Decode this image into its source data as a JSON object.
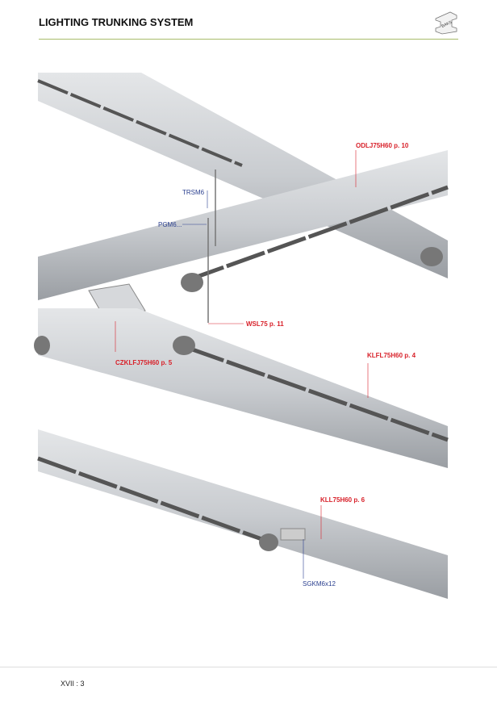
{
  "header": {
    "title": "LIGHTING TRUNKING SYSTEM",
    "logo_text": "BAKS"
  },
  "labels": {
    "odlj": "ODLJ75H60 p. 10",
    "trsm": "TRSM6",
    "pgm": "PGM6...",
    "wsl": "WSL75 p. 11",
    "czklfj": "CZKLFJ75H60 p. 5",
    "klfl": "KLFL75H60 p. 4",
    "kll": "KLL75H60 p. 6",
    "sgkm": "SGKM6x12"
  },
  "footer": {
    "page": "XVII : 3"
  },
  "colors": {
    "accent_rule": "#a8bd6a",
    "red": "#d8212a",
    "blue": "#2a3f8f"
  }
}
